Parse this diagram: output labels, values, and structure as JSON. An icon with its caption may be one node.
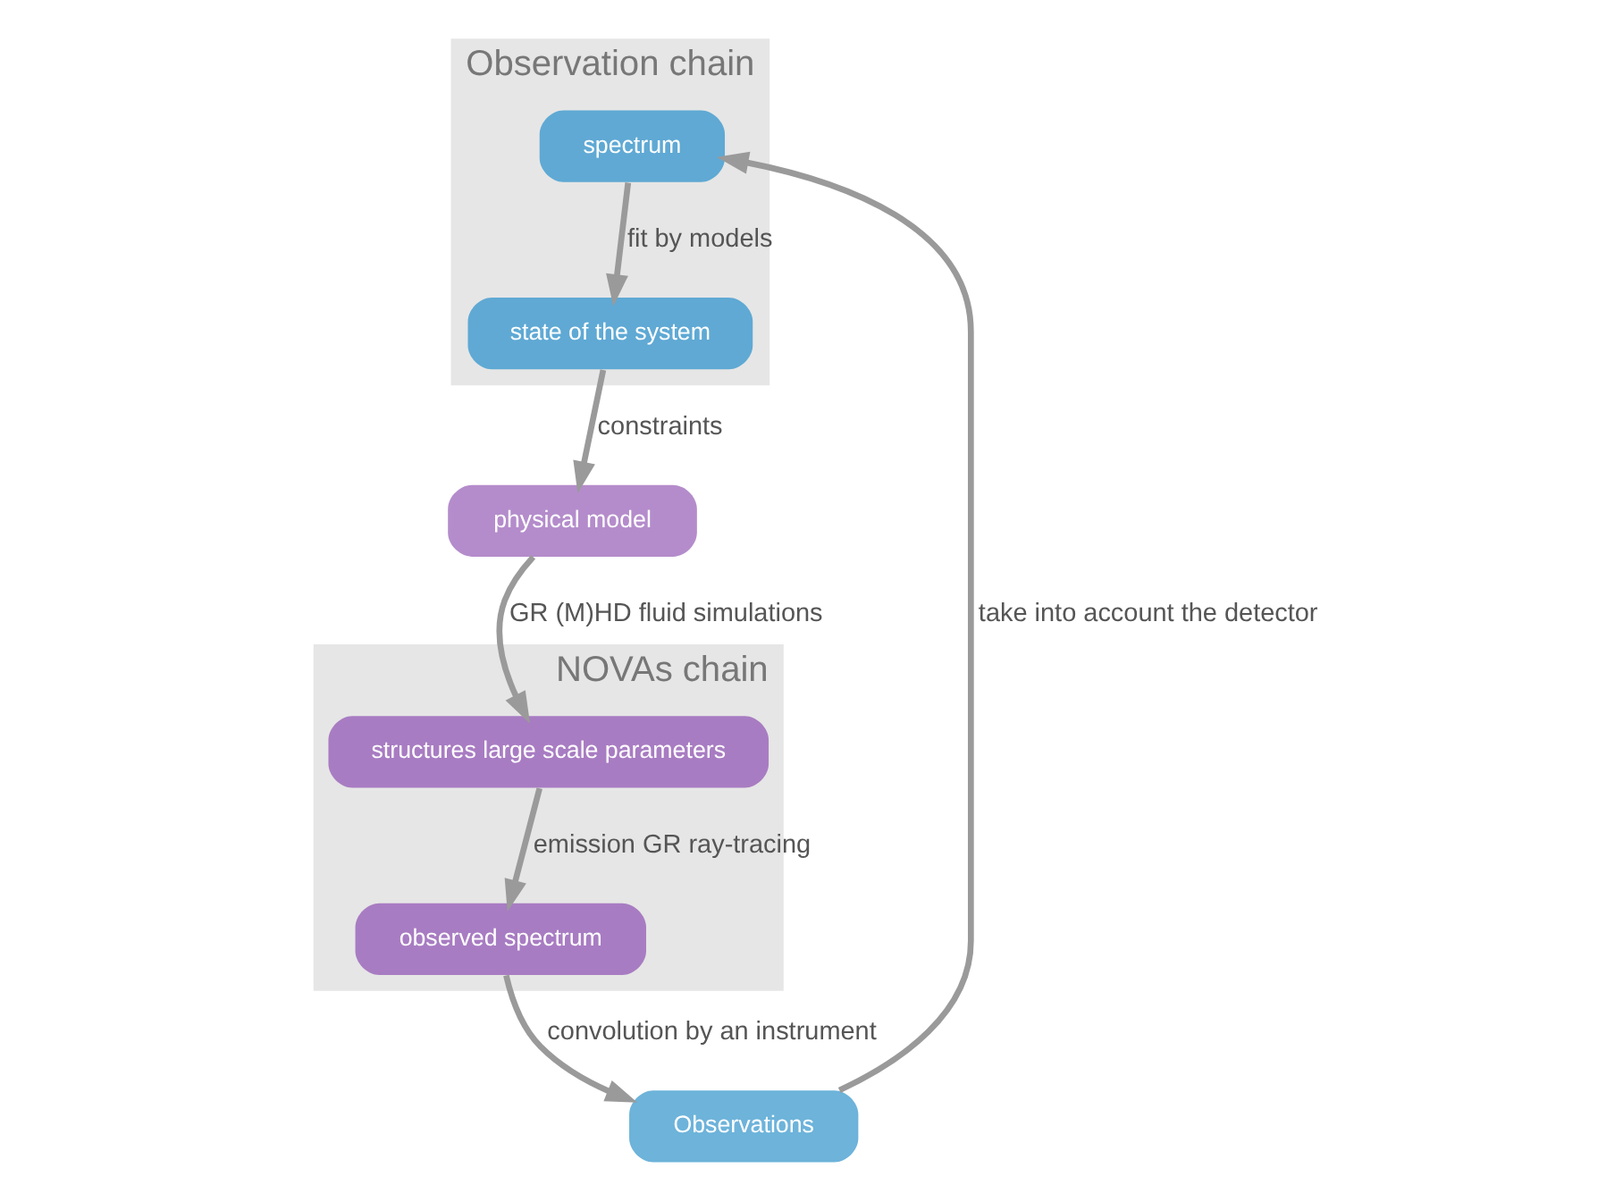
{
  "diagram": {
    "nodes": [
      {
        "text": [
          "Observation chain"
        ]
      },
      {
        "text": [
          "spectrum"
        ],
        "in": 0
      },
      {
        "text": [
          "state of the system"
        ],
        "in": 0
      },
      {
        "text": [
          "NOVAs chain"
        ]
      },
      {
        "text": [
          "observed spectrum"
        ],
        "in": 3
      },
      {
        "text": [
          "structures large scale parameters"
        ],
        "in": 3
      },
      {
        "text": [
          "Observations"
        ]
      },
      {
        "text": [
          "physical model"
        ]
      }
    ],
    "edges": [
      {
        "from": 6,
        "to": 1,
        "arrow": "to",
        "label": "take into account the detector"
      },
      {
        "from": 1,
        "to": 2,
        "arrow": "to",
        "label": "fit by models"
      },
      {
        "from": 2,
        "to": 7,
        "arrow": "to",
        "label": "constraints"
      },
      {
        "from": 7,
        "to": 5,
        "arrow": "to",
        "label": "GR (M)HD fluid simulations"
      },
      {
        "from": 5,
        "to": 4,
        "arrow": "to",
        "label": "emission GR ray-tracing"
      },
      {
        "from": 4,
        "to": 6,
        "arrow": "to",
        "label": "convolution by an instrument"
      }
    ]
  }
}
